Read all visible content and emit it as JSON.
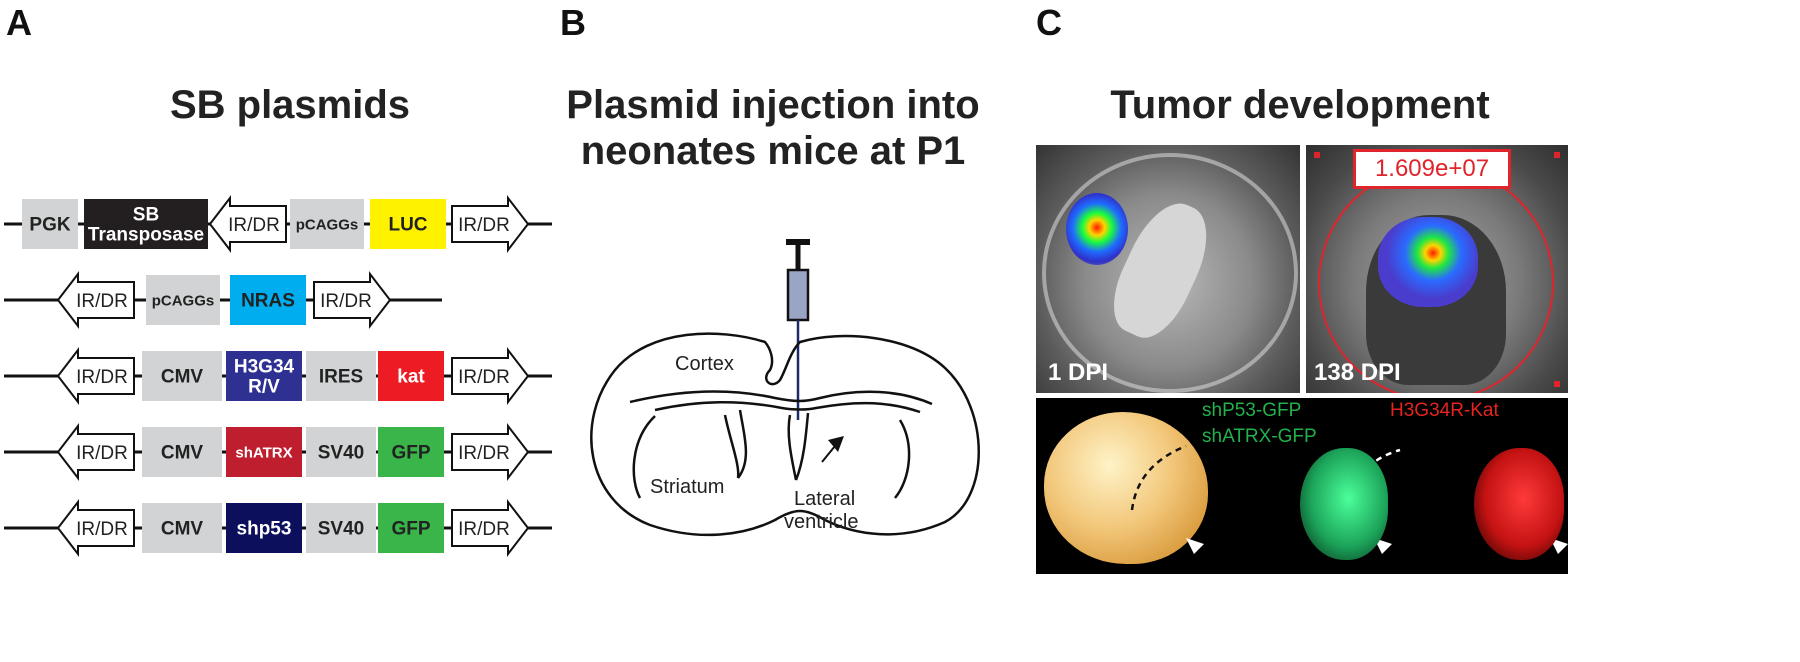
{
  "panels": {
    "a": {
      "letter": "A",
      "title": "SB plasmids",
      "rows": [
        [
          {
            "type": "box",
            "label": "PGK",
            "fill": "#d1d3d4",
            "color": "#222222"
          },
          {
            "type": "box",
            "label": "SB\nTransposase",
            "fill": "#231f20",
            "color": "#ffffff"
          },
          {
            "type": "arrow-left",
            "label": "IR/DR"
          },
          {
            "type": "box",
            "label": "pCAGGs",
            "fill": "#d1d3d4",
            "color": "#222222",
            "small": true
          },
          {
            "type": "box",
            "label": "LUC",
            "fill": "#fff200",
            "color": "#222222"
          },
          {
            "type": "arrow-right",
            "label": "IR/DR"
          }
        ],
        [
          {
            "type": "arrow-left",
            "label": "IR/DR"
          },
          {
            "type": "box",
            "label": "pCAGGs",
            "fill": "#d1d3d4",
            "color": "#222222",
            "small": true
          },
          {
            "type": "box",
            "label": "NRAS",
            "fill": "#00aeef",
            "color": "#222222"
          },
          {
            "type": "arrow-right",
            "label": "IR/DR"
          }
        ],
        [
          {
            "type": "arrow-left",
            "label": "IR/DR"
          },
          {
            "type": "box",
            "label": "CMV",
            "fill": "#d1d3d4",
            "color": "#222222"
          },
          {
            "type": "box",
            "label": "H3G34\nR/V",
            "fill": "#2e3192",
            "color": "#ffffff"
          },
          {
            "type": "box",
            "label": "IRES",
            "fill": "#d1d3d4",
            "color": "#222222"
          },
          {
            "type": "box",
            "label": "kat",
            "fill": "#ed1c24",
            "color": "#ffffff"
          },
          {
            "type": "arrow-right",
            "label": "IR/DR"
          }
        ],
        [
          {
            "type": "arrow-left",
            "label": "IR/DR"
          },
          {
            "type": "box",
            "label": "CMV",
            "fill": "#d1d3d4",
            "color": "#222222"
          },
          {
            "type": "box",
            "label": "shATRX",
            "fill": "#be1e2d",
            "color": "#ffffff",
            "small": true
          },
          {
            "type": "box",
            "label": "SV40",
            "fill": "#d1d3d4",
            "color": "#222222"
          },
          {
            "type": "box",
            "label": "GFP",
            "fill": "#39b54a",
            "color": "#222222"
          },
          {
            "type": "arrow-right",
            "label": "IR/DR"
          }
        ],
        [
          {
            "type": "arrow-left",
            "label": "IR/DR"
          },
          {
            "type": "box",
            "label": "CMV",
            "fill": "#d1d3d4",
            "color": "#222222"
          },
          {
            "type": "box",
            "label": "shp53",
            "fill": "#0b0f5c",
            "color": "#ffffff"
          },
          {
            "type": "box",
            "label": "SV40",
            "fill": "#d1d3d4",
            "color": "#222222"
          },
          {
            "type": "box",
            "label": "GFP",
            "fill": "#39b54a",
            "color": "#222222"
          },
          {
            "type": "arrow-right",
            "label": "IR/DR"
          }
        ]
      ]
    },
    "b": {
      "letter": "B",
      "title_line1": "Plasmid injection into",
      "title_line2": "neonates mice at P1",
      "labels": {
        "cortex": "Cortex",
        "striatum": "Striatum",
        "lateral1": "Lateral",
        "lateral2": "ventricle"
      }
    },
    "c": {
      "letter": "C",
      "title": "Tumor development",
      "image1_label": "1 DPI",
      "image2_label": "138 DPI",
      "roi_value": "1.609e+07",
      "fluor_label_green1": "shP53-GFP",
      "fluor_label_green2": "shATRX-GFP",
      "fluor_label_red": "H3G34R-Kat",
      "colors": {
        "roi": "#e0242b",
        "green_label": "#22b14c",
        "red_label": "#e52420"
      }
    }
  }
}
